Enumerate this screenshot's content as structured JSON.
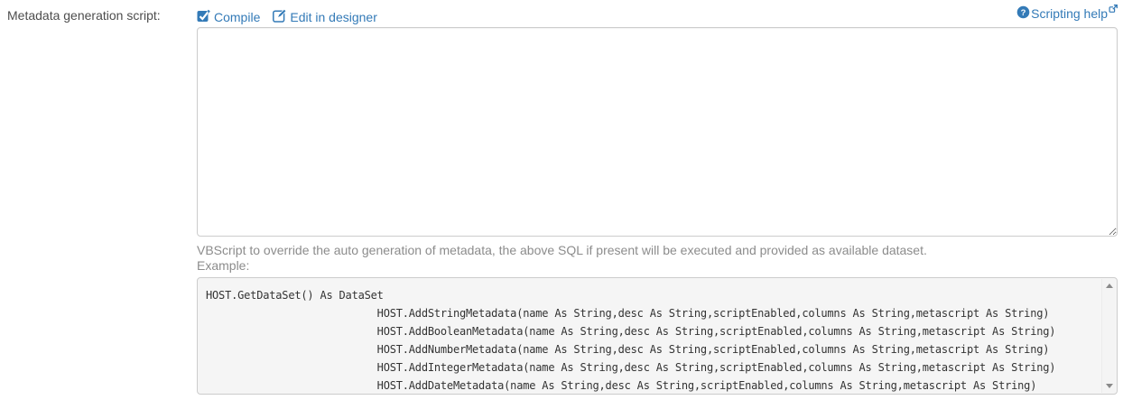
{
  "field": {
    "label": "Metadata generation script:"
  },
  "toolbar": {
    "compile_label": "Compile",
    "edit_in_designer_label": "Edit in designer",
    "scripting_help_label": "Scripting help"
  },
  "script_input": {
    "value": "",
    "placeholder": ""
  },
  "help": {
    "description": "VBScript to override the auto generation of metadata, the above SQL if present will be executed and provided as available dataset.",
    "example_label": "Example:"
  },
  "example_code": {
    "lines": [
      "HOST.GetDataSet() As DataSet",
      "                           HOST.AddStringMetadata(name As String,desc As String,scriptEnabled,columns As String,metascript As String)",
      "                           HOST.AddBooleanMetadata(name As String,desc As String,scriptEnabled,columns As String,metascript As String)",
      "                           HOST.AddNumberMetadata(name As String,desc As String,scriptEnabled,columns As String,metascript As String)",
      "                           HOST.AddIntegerMetadata(name As String,desc As String,scriptEnabled,columns As String,metascript As String)",
      "                           HOST.AddDateMetadata(name As String,desc As String,scriptEnabled,columns As String,metascript As String)"
    ]
  },
  "icons": {
    "compile": "check-square-icon",
    "edit_in_designer": "edit-pencil-square-icon",
    "scripting_help": "question-circle-icon",
    "external_link": "external-link-icon",
    "scroll_up": "triangle-up-icon",
    "scroll_down": "triangle-down-icon"
  },
  "colors": {
    "link_blue": "#337ab7",
    "label_gray": "#4d4d4d",
    "help_gray": "#8c8c8c",
    "code_text": "#333333",
    "code_background": "#f5f5f5",
    "border_gray": "#cccccc"
  }
}
